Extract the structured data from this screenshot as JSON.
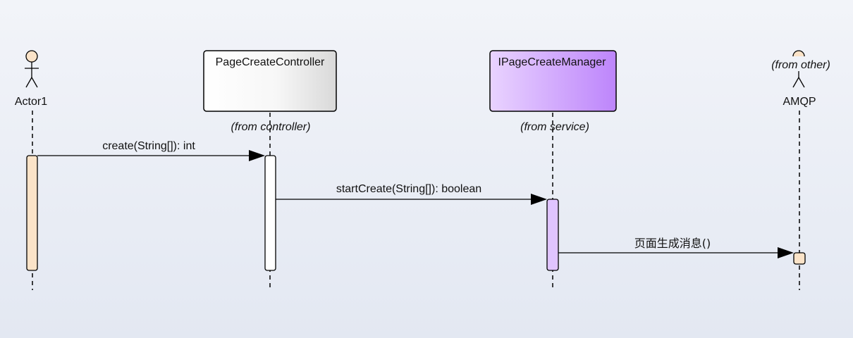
{
  "diagram": {
    "type": "sequence",
    "participants": [
      {
        "id": "actor1",
        "kind": "actor",
        "label": "Actor1",
        "stereotype": ""
      },
      {
        "id": "controller",
        "kind": "class",
        "label": "PageCreateController",
        "stereotype": "(from controller)"
      },
      {
        "id": "manager",
        "kind": "interface",
        "label": "IPageCreateManager",
        "stereotype": "(from service)"
      },
      {
        "id": "amqp",
        "kind": "actor",
        "label": "AMQP",
        "stereotype": "(from other)"
      }
    ],
    "messages": [
      {
        "from": "actor1",
        "to": "controller",
        "label": "create(String[]): int"
      },
      {
        "from": "controller",
        "to": "manager",
        "label": "startCreate(String[]): boolean"
      },
      {
        "from": "manager",
        "to": "amqp",
        "label": "页面生成消息()"
      }
    ],
    "colors": {
      "actor_fill": "#fbe3c8",
      "controller_fill": "#ffffff",
      "manager_fill": "#d9b7ff",
      "line": "#000000",
      "background": "#e8ecf4"
    }
  }
}
